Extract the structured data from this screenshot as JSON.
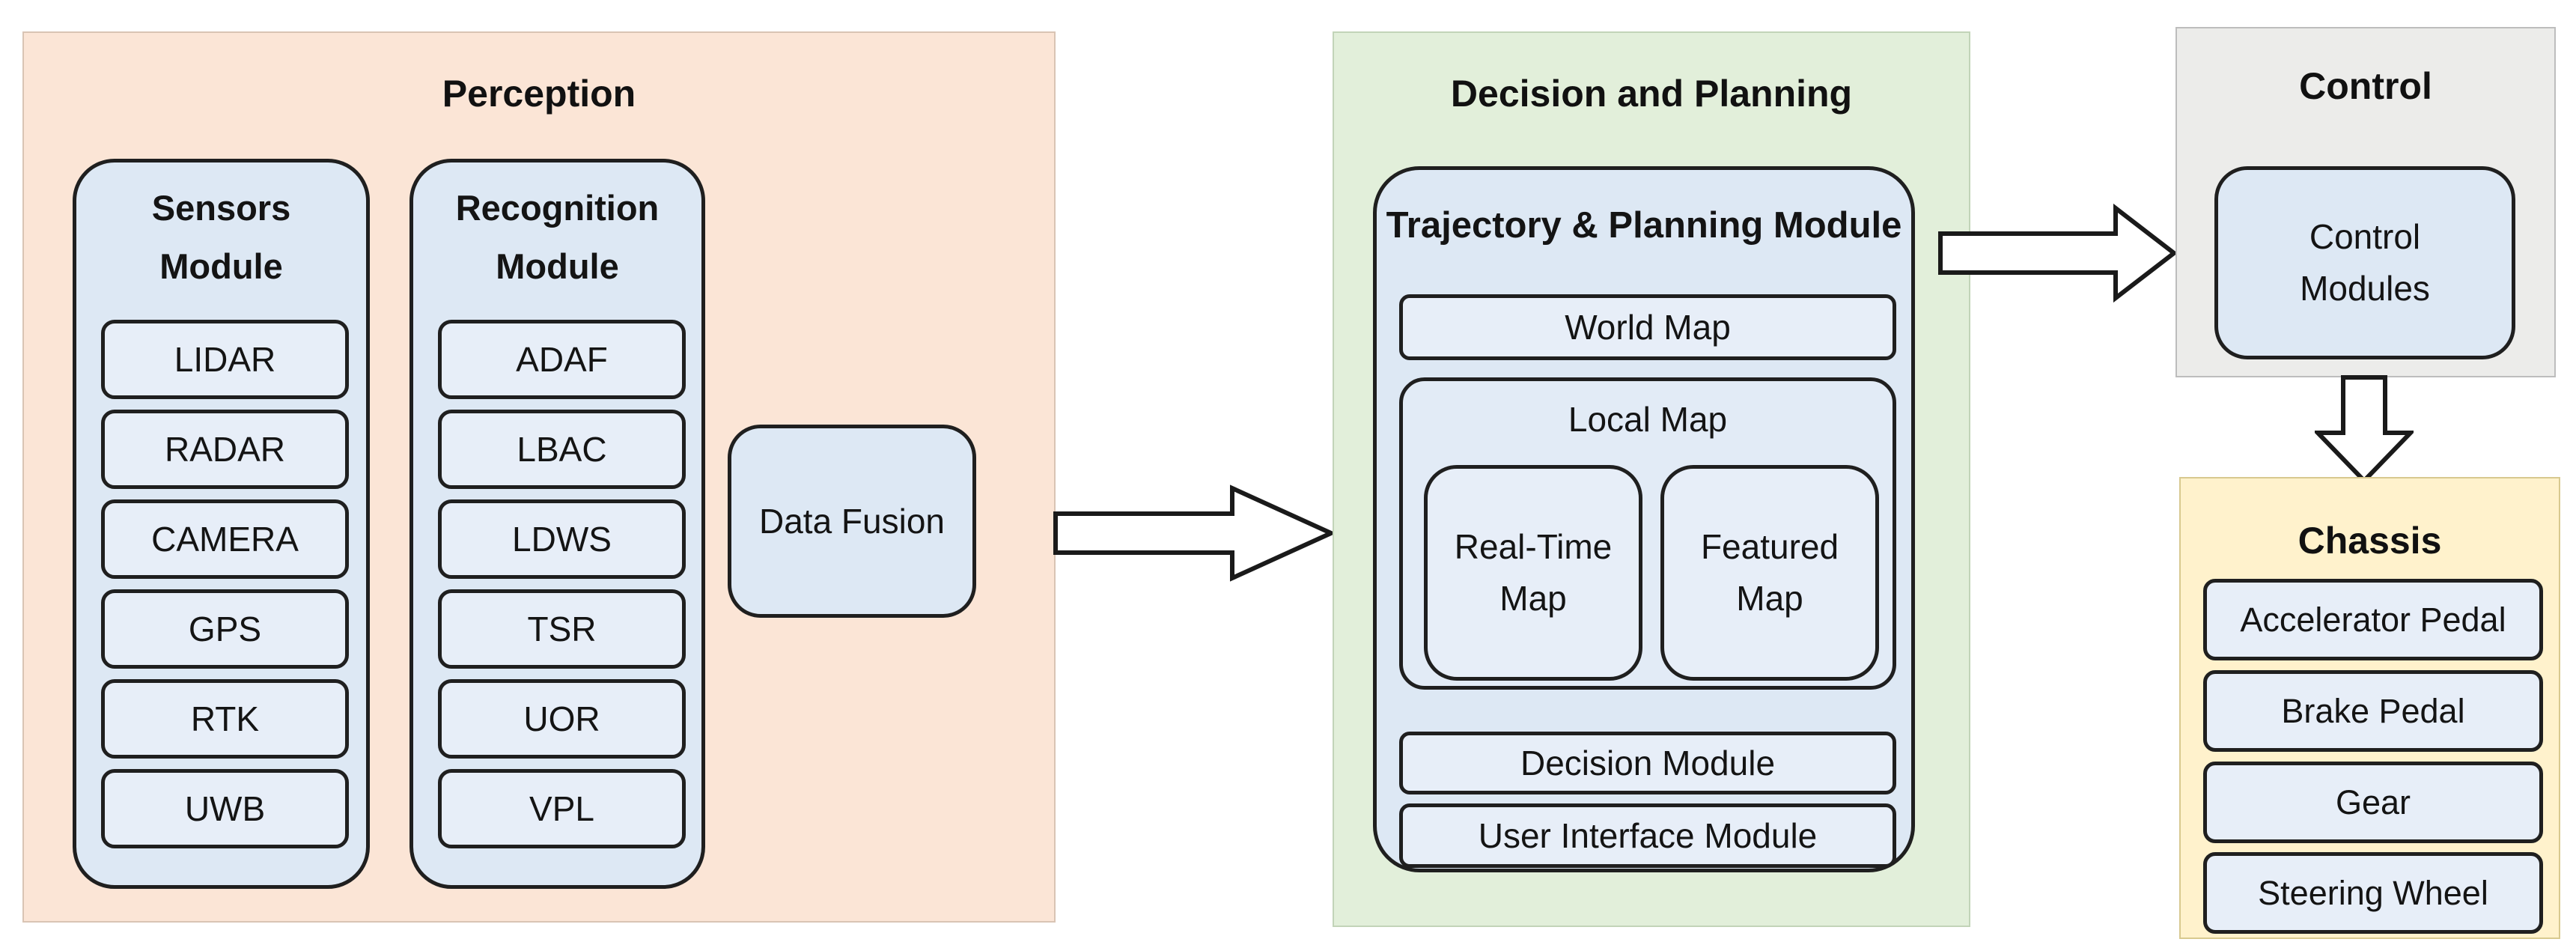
{
  "perception": {
    "title": "Perception",
    "sensors_module": {
      "title": "Sensors\nModule",
      "items": [
        "LIDAR",
        "RADAR",
        "CAMERA",
        "GPS",
        "RTK",
        "UWB"
      ]
    },
    "recognition_module": {
      "title": "Recognition\nModule",
      "items": [
        "ADAF",
        "LBAC",
        "LDWS",
        "TSR",
        "UOR",
        "VPL"
      ]
    },
    "data_fusion_label": "Data Fusion"
  },
  "decision_planning": {
    "title": "Decision and Planning",
    "trajectory_module": {
      "title": "Trajectory & Planning Module",
      "world_map": "World Map",
      "local_map": {
        "title": "Local Map",
        "real_time_map": "Real-Time\nMap",
        "featured_map": "Featured\nMap"
      },
      "decision_module": "Decision Module",
      "user_interface_module": "User Interface Module"
    }
  },
  "control": {
    "title": "Control",
    "control_modules": "Control\nModules"
  },
  "chassis": {
    "title": "Chassis",
    "items": [
      "Accelerator Pedal",
      "Brake Pedal",
      "Gear",
      "Steering Wheel"
    ]
  },
  "colors": {
    "perception_bg": "#fbe5d6",
    "decision_planning_bg": "#e2efda",
    "control_bg": "#ececea",
    "chassis_bg": "#fff2cc",
    "module_bg": "#dde8f4",
    "inner_box_bg": "#e7eef8",
    "box_border": "#1f1f1f",
    "arrow_fill": "#ffffff"
  }
}
